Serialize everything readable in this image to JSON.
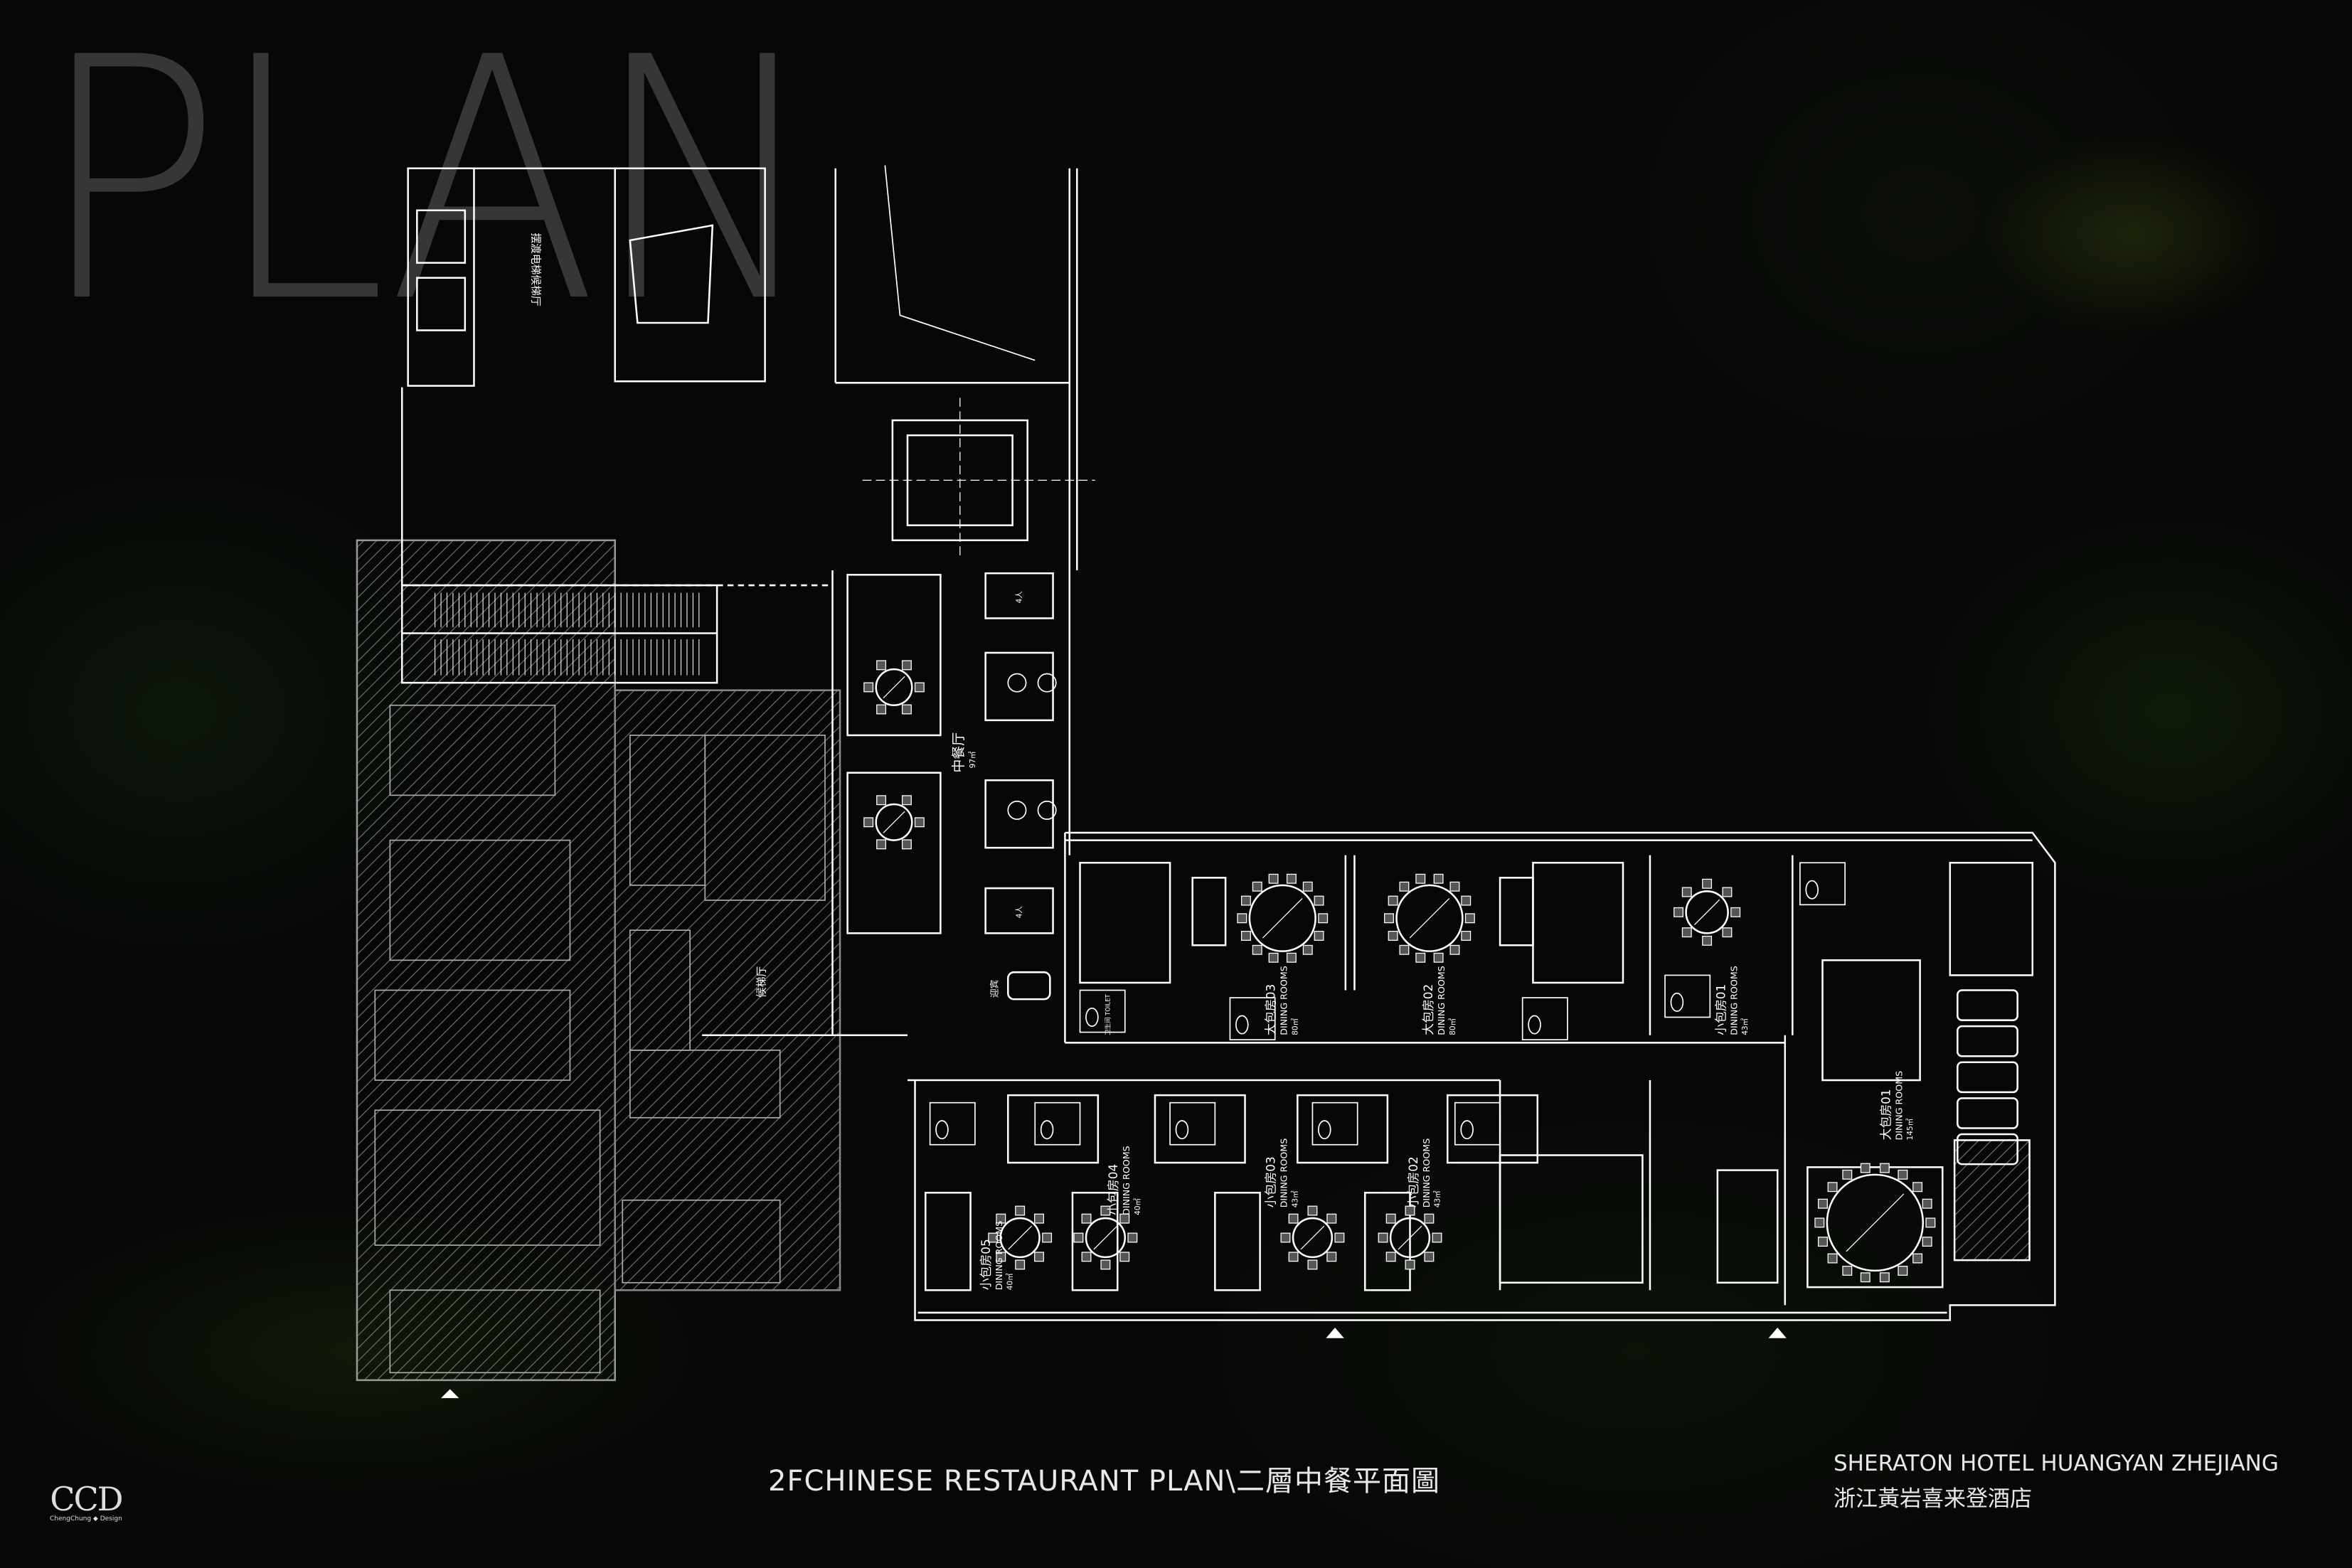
{
  "header": {
    "watermark": "PLAN"
  },
  "footer": {
    "title": "2FCHINESE RESTAURANT PLAN\\二層中餐平面圖",
    "hotel_en": "SHERATON HOTEL HUANGYAN ZHEJIANG",
    "hotel_cn": "浙江黃岩喜来登酒店",
    "logo": "CCD",
    "logo_sub": "ChengChung ◆ Design"
  },
  "rooms": {
    "lift_lobby_top": "摆渡电梯候梯厅",
    "restaurant": {
      "cn": "中餐厅",
      "area": "97㎡"
    },
    "lift_lobby": "候梯厅",
    "reception": "迎宾",
    "four_seat": "4人",
    "big_03": {
      "cn": "大包房03",
      "en": "DINING ROOMS",
      "area": "80㎡"
    },
    "big_02": {
      "cn": "大包房02",
      "en": "DINING ROOMS",
      "area": "80㎡"
    },
    "small_01": {
      "cn": "小包房01",
      "en": "DINING ROOMS",
      "area": "43㎡"
    },
    "big_01": {
      "cn": "大包房01",
      "en": "DINING ROOMS",
      "area": "145㎡"
    },
    "small_05": {
      "cn": "小包房05",
      "en": "DINING ROOMS",
      "area": "40㎡"
    },
    "small_04": {
      "cn": "小包房04",
      "en": "DINING ROOMS",
      "area": "40㎡"
    },
    "small_03": {
      "cn": "小包房03",
      "en": "DINING ROOMS",
      "area": "43㎡"
    },
    "small_02": {
      "cn": "小包房02",
      "en": "DINING ROOMS",
      "area": "43㎡"
    },
    "toilet": "卫生间 TOILET"
  },
  "colors": {
    "line": "#ffffff",
    "hatch": "#8a8a8a",
    "background": "#060806"
  }
}
